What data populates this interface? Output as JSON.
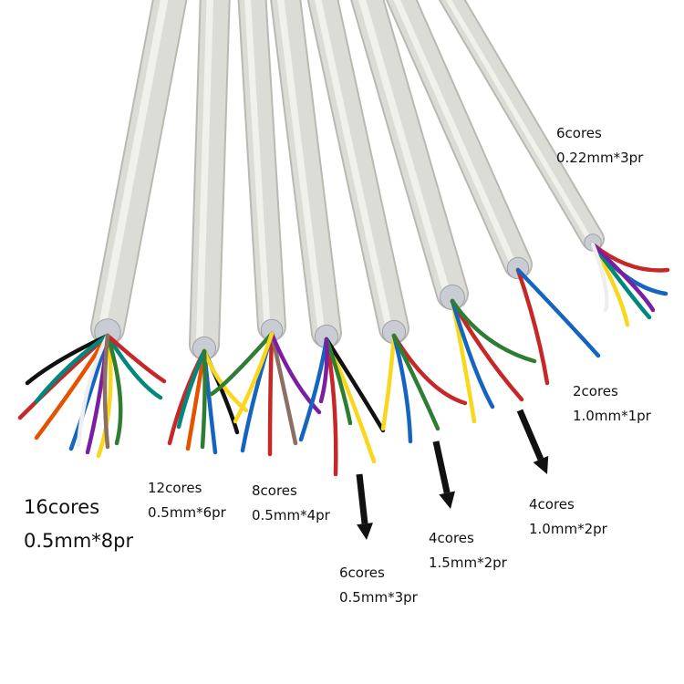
{
  "colors": {
    "jacket": "#dcdcd6",
    "jacket_shadow": "#b9b9b2",
    "jacket_highlight": "#f1f1ec",
    "foil": "#c9ccd2",
    "arrow": "#111111"
  },
  "cables": [
    {
      "cores": "16cores",
      "spec": "0.5mm*8pr"
    },
    {
      "cores": "12cores",
      "spec": "0.5mm*6pr"
    },
    {
      "cores": "8cores",
      "spec": "0.5mm*4pr"
    },
    {
      "cores": "6cores",
      "spec": "0.5mm*3pr"
    },
    {
      "cores": "4cores",
      "spec": "1.5mm*2pr"
    },
    {
      "cores": "4cores",
      "spec": "1.0mm*2pr"
    },
    {
      "cores": "2cores",
      "spec": "1.0mm*1pr"
    },
    {
      "cores": "6cores",
      "spec": "0.22mm*3pr"
    }
  ]
}
